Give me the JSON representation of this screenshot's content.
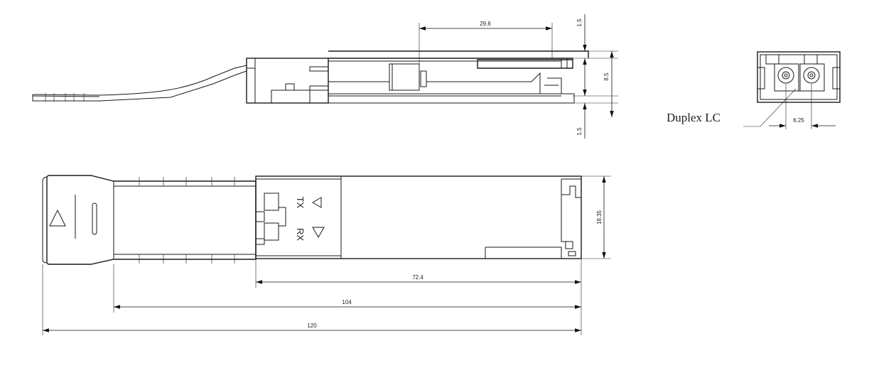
{
  "drawing": {
    "callout_label": "Duplex LC",
    "port_labels": {
      "tx": "TX",
      "rx": "RX"
    },
    "dimensions": {
      "top_insert_length": "29.6",
      "top_offset_upper": "1.5",
      "top_body_height": "8.5",
      "top_offset_lower": "1.5",
      "lc_pitch": "6.25",
      "module_width": "18.35",
      "body_length": "72.4",
      "length_without_tab": "104",
      "overall_length": "120"
    }
  }
}
